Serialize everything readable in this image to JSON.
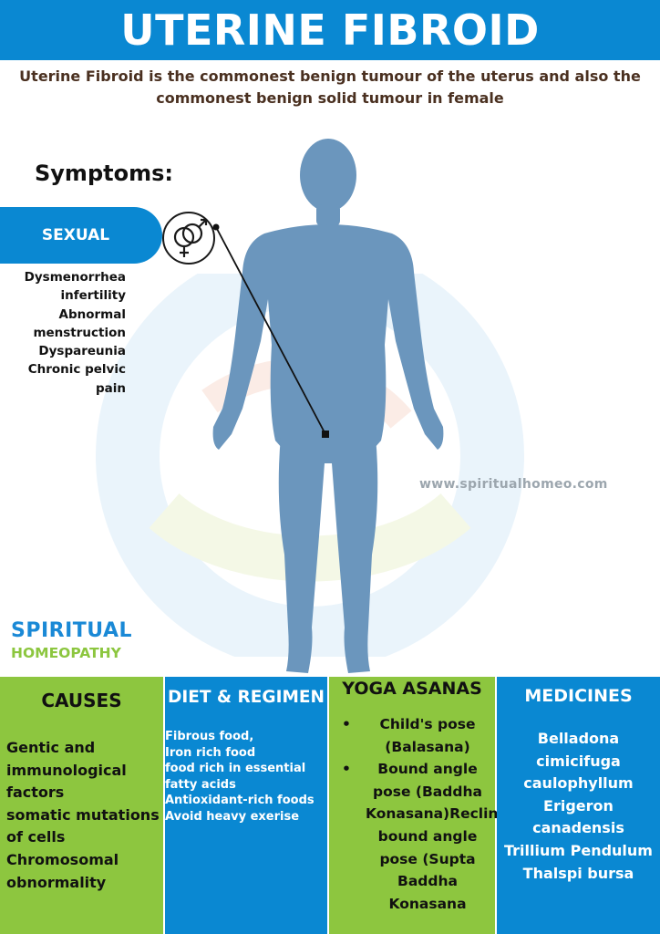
{
  "header": {
    "title": "UTERINE FIBROID"
  },
  "subtitle": "Uterine Fibroid is the commonest benign tumour of the uterus and also the commonest benign solid tumour in female",
  "symptoms": {
    "heading": "Symptoms:",
    "category_label": "SEXUAL",
    "icon": "gender-symbol-icon",
    "items": [
      "Dysmenorrhea",
      "infertility",
      "Abnormal",
      "menstruction",
      "Dyspareunia",
      "Chronic pelvic",
      "pain"
    ]
  },
  "watermark": {
    "website": "www.spiritualhomeo.com"
  },
  "brand": {
    "line1": "SPIRITUAL",
    "line2": "HOMEOPATHY"
  },
  "colors": {
    "blue": "#0a88d2",
    "green": "#8dc63f",
    "figure": "#6b96bd",
    "heading_brown": "#4a3020"
  },
  "sections": {
    "causes": {
      "title": "CAUSES",
      "lines": [
        "Gentic and",
        "immunological",
        "factors",
        "somatic mutations",
        "of cells",
        "Chromosomal",
        "obnormality"
      ]
    },
    "diet": {
      "title": "DIET & REGIMEN",
      "lines": [
        "Fibrous food,",
        "Iron rich food",
        "food rich in essential",
        "fatty acids",
        "Antioxidant-rich foods",
        "Avoid heavy exerise"
      ]
    },
    "yoga": {
      "title": "YOGA ASANAS",
      "bullet": "•",
      "items": [
        "Child's pose (Balasana)",
        "Bound angle pose (Baddha Konasana)Reclining bound angle pose (Supta Baddha Konasana"
      ]
    },
    "medicines": {
      "title": "MEDICINES",
      "lines": [
        "Belladona",
        "cimicifuga",
        "caulophyllum",
        "Erigeron",
        "canadensis",
        "Trillium Pendulum",
        "Thalspi bursa"
      ]
    }
  }
}
